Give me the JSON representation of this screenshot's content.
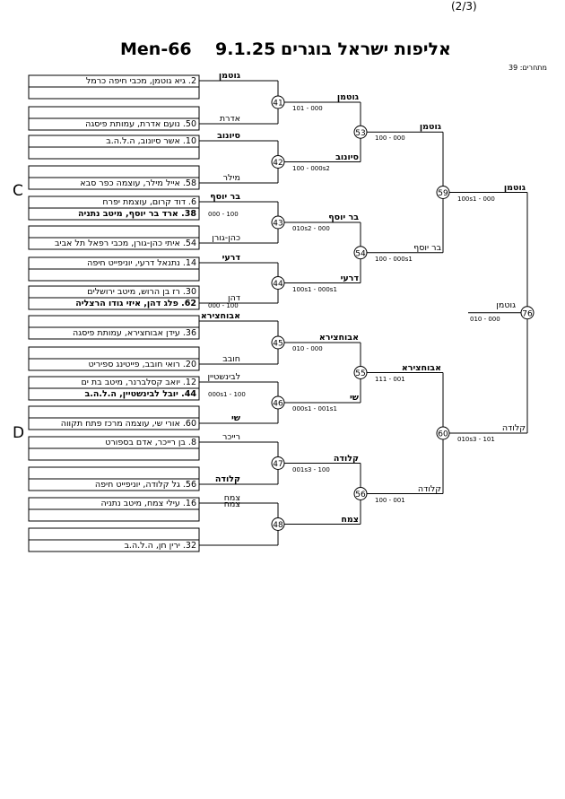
{
  "header": {
    "page": "(2/3)",
    "category": "Men-66",
    "date": "9.1.25",
    "title": "אליפות ישראל בוגרים",
    "competitors": "מתחרים: 39"
  },
  "side_labels": {
    "c": "C",
    "d": "D"
  },
  "round1": {
    "entries": [
      "2. גיא גוטמן, מכבי חיפה כרמל",
      "50. נועם אדרת, עמותת פיסגה",
      "10. אשר סיונוב, ה.ל.ה.ב",
      "58. אייל מילר, עוצמה כפר סבא",
      "6. דוד קרום, עוצמת יפרח",
      "38. ארד בר יוסף, מיטב נתניה",
      "54. איתי כהן-גורן, מכבי רפאל תל אביב",
      "14. נתנאל דרעי, יוניפייט חיפה",
      "30. רז בן הרוש, מיטב ירושלים",
      "62. פלג דהן, איזי גודו הרצליה",
      "36. עידן אבוחצירא, עמותת פיסגה",
      "20. רואי חובב, פייטינג ספיריט",
      "12. יואב קסלברנר, מיטב בת ים",
      "44. יובל לבינשטיין, ה.ל.ה.ב",
      "60. אורי שי, עוצמה מרכז פתח תקווה",
      "8. בן רייכר, אדם בספורט",
      "56. גל קלודה, יוניפייט חיפה",
      "16. עילי צמח, מיטב נתניה",
      "32. ירין חן, ה.ל.ה.ב"
    ],
    "names": [
      "גוטמן",
      "אדרת",
      "סיונוב",
      "מילר",
      "בר יוסף",
      "כהן-גורן",
      "דרעי",
      "דהן",
      "אבוחצירא",
      "חובב",
      "לבינשטיין",
      "שי",
      "רייכר",
      "קלודה",
      "צמח"
    ],
    "scores": [
      "000 - 100",
      "000 - 100",
      "000s1 - 100"
    ]
  },
  "round2": {
    "matches": [
      "41",
      "42",
      "43",
      "44",
      "45",
      "46",
      "47",
      "48"
    ],
    "winners": [
      "גוטמן",
      "סיונוב",
      "בר יוסף",
      "דרעי",
      "אבוחצירא",
      "שי",
      "קלודה",
      "צמח"
    ],
    "scores": [
      "101 - 000",
      "100 - 000s2",
      "010s2 - 000",
      "100s1 - 000s1",
      "010 - 000",
      "000s1 - 001s1",
      "001s3 - 100",
      ""
    ]
  },
  "round3": {
    "matches": [
      "53",
      "54",
      "55",
      "56"
    ],
    "winners": [
      "גוטמן",
      "בר יוסף",
      "אבוחצירא",
      "קלודה"
    ],
    "scores": [
      "100 - 000",
      "100 - 000s1",
      "111 - 001",
      "100 - 001"
    ]
  },
  "round4": {
    "matches": [
      "59",
      "60"
    ],
    "winners": [
      "גוטמן",
      "קלודה"
    ],
    "scores": [
      "100s1 - 000",
      "010s3 - 101"
    ]
  },
  "final": {
    "match": "76",
    "winner": "גוטמן",
    "score": "010 - 000"
  }
}
